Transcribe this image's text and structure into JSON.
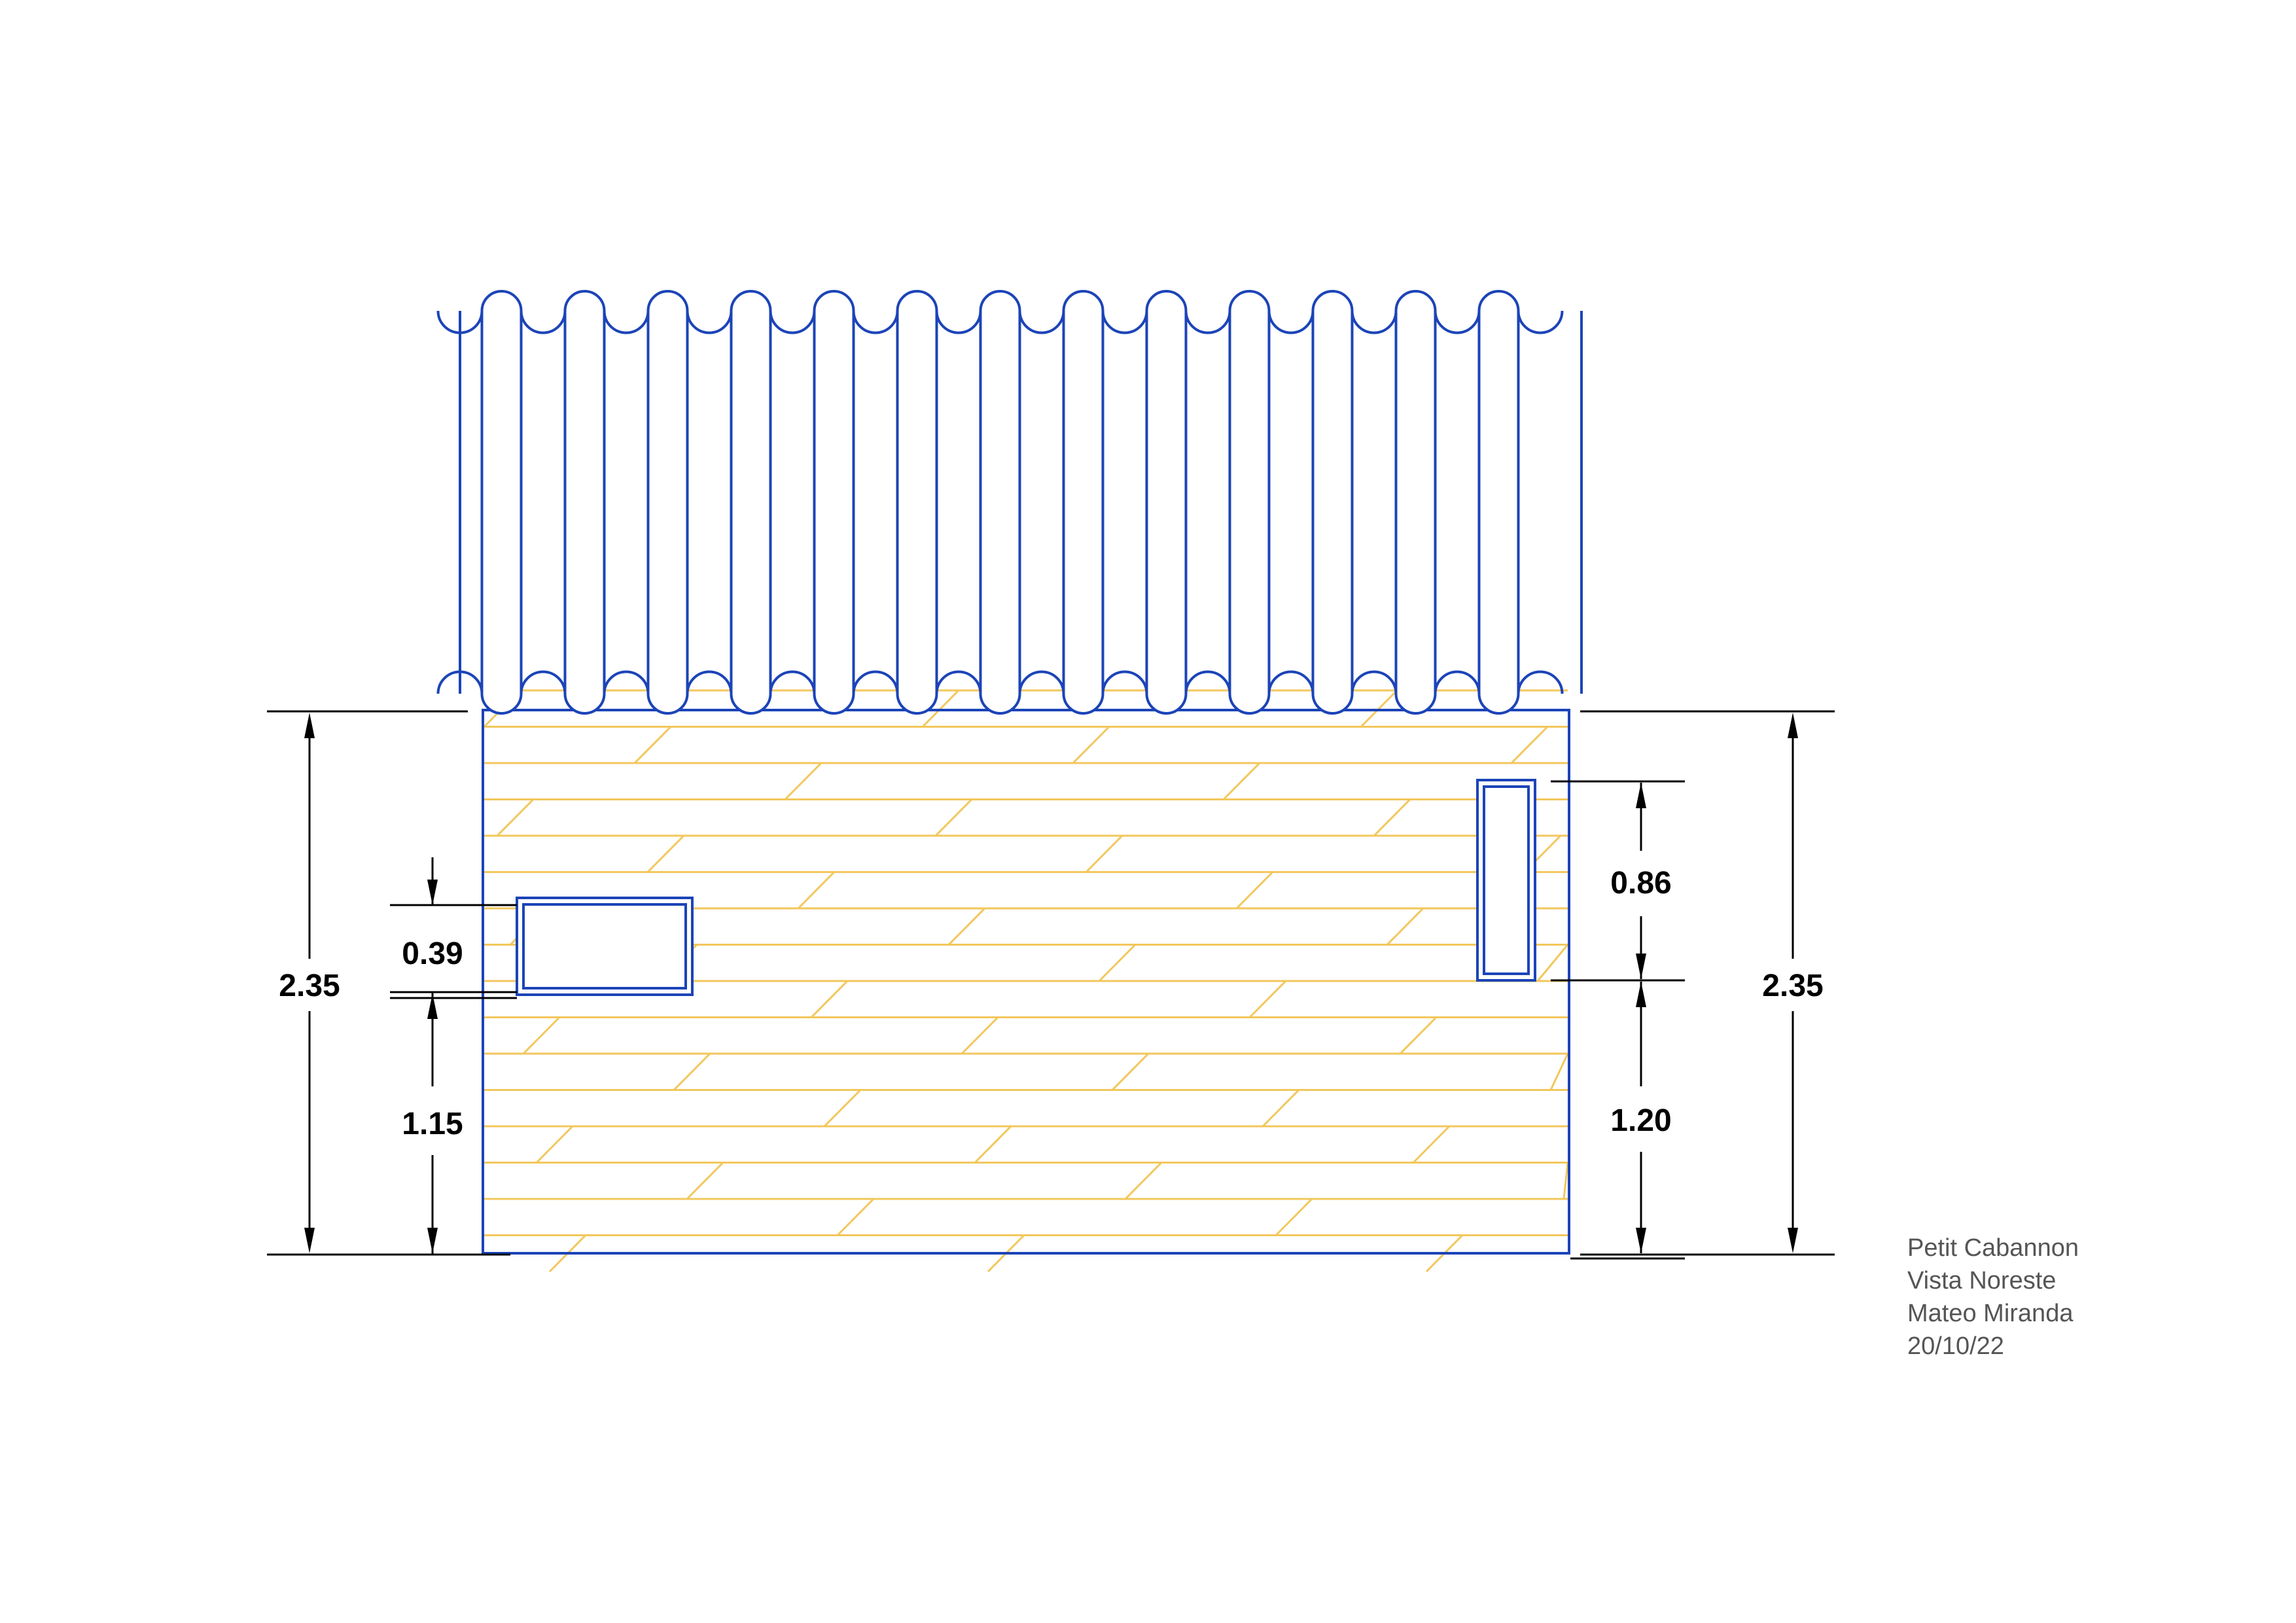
{
  "title_block": {
    "project": "Petit Cabannon",
    "view": "Vista Noreste",
    "author": "Mateo Miranda",
    "date": "20/10/22"
  },
  "dimensions": {
    "left_total_height": "2.35",
    "right_total_height": "2.35",
    "left_window_height": "0.39",
    "left_window_sill": "1.15",
    "right_window_height": "0.86",
    "right_window_sill": "1.20"
  },
  "colors": {
    "outline": "#1c44b8",
    "siding": "#f2c75c",
    "dimension": "#000000",
    "title_text": "#555555"
  }
}
